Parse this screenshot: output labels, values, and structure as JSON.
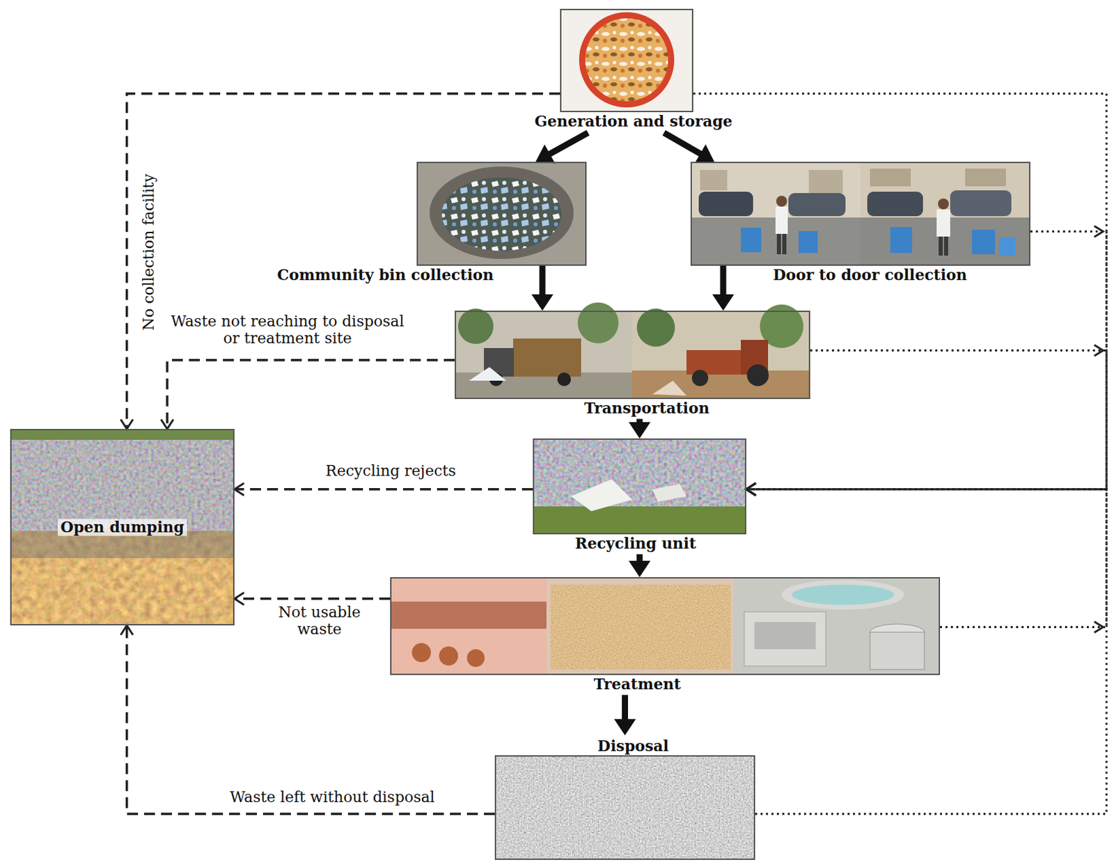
{
  "diagram": {
    "nodes": [
      {
        "text": [
          "Generation and storage"
        ]
      },
      {
        "text": [
          "Community bin collection"
        ]
      },
      {
        "text": [
          "Door to door collection"
        ]
      },
      {
        "text": [
          "Transportation"
        ]
      },
      {
        "text": [
          "Open dumping"
        ]
      },
      {
        "text": [
          "Recycling unit"
        ]
      },
      {
        "text": [
          "Treatment"
        ]
      },
      {
        "text": [
          "Disposal"
        ]
      }
    ],
    "edges": [
      {
        "from": 0,
        "to": 1,
        "arrow": "to"
      },
      {
        "from": 0,
        "to": 2,
        "arrow": "to"
      },
      {
        "from": 1,
        "to": 3,
        "arrow": "to"
      },
      {
        "from": 2,
        "to": 3,
        "arrow": "to"
      },
      {
        "from": 3,
        "to": 5,
        "arrow": "to"
      },
      {
        "from": 5,
        "to": 6,
        "arrow": "to"
      },
      {
        "from": 6,
        "to": 7,
        "arrow": "to"
      },
      {
        "from": 0,
        "to": 4,
        "label": "No collection facility",
        "arrow": "to"
      },
      {
        "from": 3,
        "to": 4,
        "label": "Waste not reaching to disposal or treatment site",
        "arrow": "to"
      },
      {
        "from": 5,
        "to": 4,
        "label": "Recycling rejects",
        "arrow": "to"
      },
      {
        "from": 6,
        "to": 4,
        "label": "Not usable waste",
        "arrow": "to"
      },
      {
        "from": 7,
        "to": 4,
        "label": "Waste left without disposal",
        "arrow": "to"
      },
      {
        "from": 0,
        "to": 5,
        "arrow": "to"
      },
      {
        "from": 2,
        "to": 5,
        "arrow": "to"
      },
      {
        "from": 3,
        "to": 5,
        "arrow": "to"
      },
      {
        "from": 6,
        "to": 5,
        "arrow": "to"
      },
      {
        "from": 7,
        "to": 5,
        "arrow": "to"
      }
    ]
  }
}
